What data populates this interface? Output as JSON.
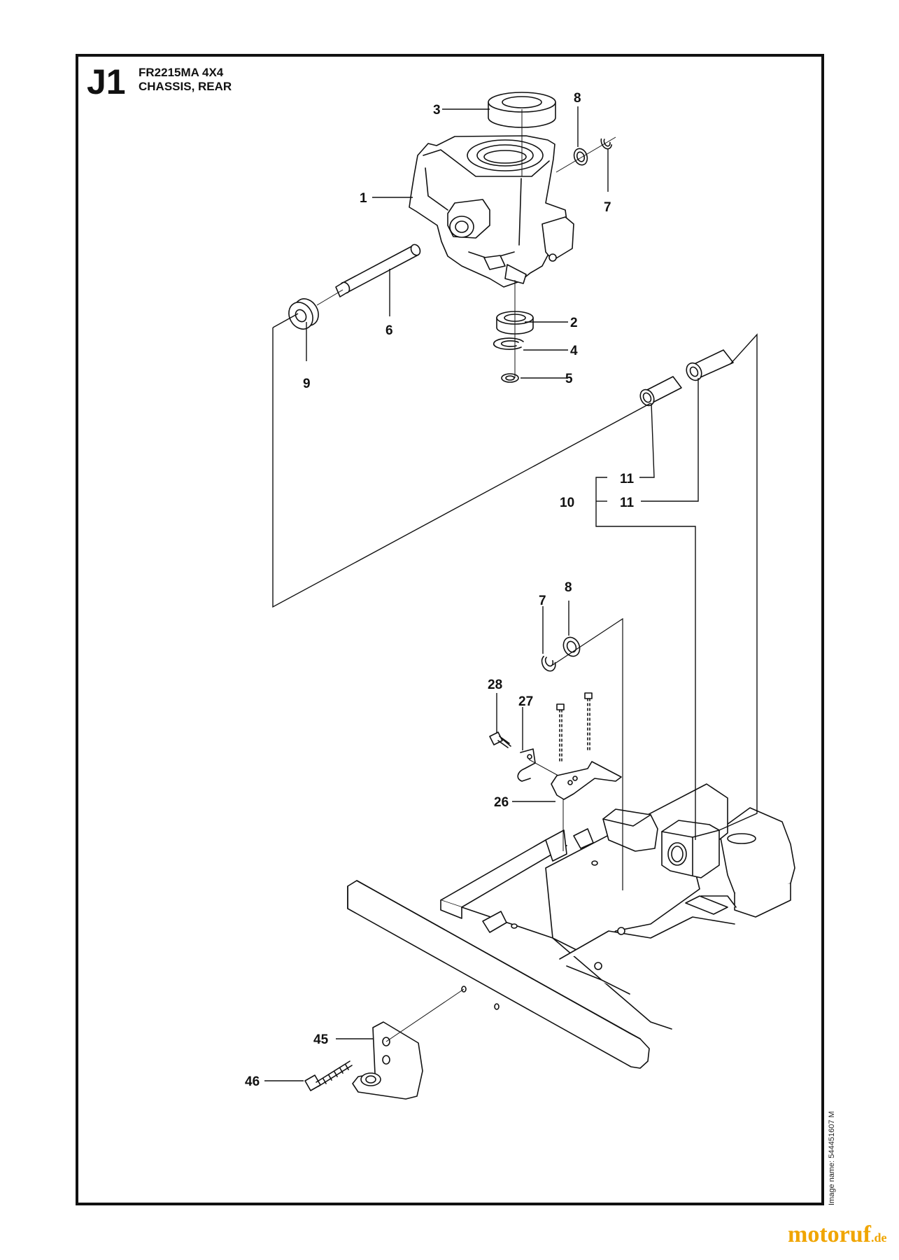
{
  "header": {
    "section_code": "J1",
    "model": "FR2215MA 4X4",
    "title": "CHASSIS, REAR"
  },
  "callouts": {
    "c1": "1",
    "c2": "2",
    "c3": "3",
    "c4": "4",
    "c5": "5",
    "c6": "6",
    "c7a": "7",
    "c7b": "7",
    "c8a": "8",
    "c8b": "8",
    "c9": "9",
    "c10": "10",
    "c11a": "11",
    "c11b": "11",
    "c26": "26",
    "c27": "27",
    "c28": "28",
    "c45": "45",
    "c46": "46"
  },
  "footer": {
    "image_name": "Image name: 544451607  M",
    "watermark_main": "motoruf",
    "watermark_tld": ".de",
    "watermark_color": "#f0a500"
  }
}
